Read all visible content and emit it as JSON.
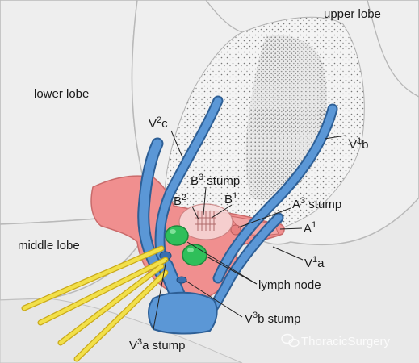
{
  "regions": {
    "upper_lobe": "upper lobe",
    "lower_lobe": "lower lobe",
    "middle_lobe": "middle lobe"
  },
  "structures": {
    "v2c": {
      "base": "V",
      "sup": "2",
      "tail": "c"
    },
    "v1b": {
      "base": "V",
      "sup": "1",
      "tail": "b"
    },
    "b3": {
      "base": "B",
      "sup": "3",
      "tail": " stump"
    },
    "b2": {
      "base": "B",
      "sup": "2",
      "tail": ""
    },
    "b1": {
      "base": "B",
      "sup": "1",
      "tail": ""
    },
    "a3": {
      "base": "A",
      "sup": "3",
      "tail": " stump"
    },
    "a1": {
      "base": "A",
      "sup": "1",
      "tail": ""
    },
    "v1a": {
      "base": "V",
      "sup": "1",
      "tail": "a"
    },
    "lymph": {
      "text": "lymph node"
    },
    "v3b": {
      "base": "V",
      "sup": "3",
      "tail": "b stump"
    },
    "v3a": {
      "base": "V",
      "sup": "3",
      "tail": "a stump"
    }
  },
  "watermark": "ThoracicSurgery",
  "colors": {
    "vein": "#4a86c8",
    "artery": "#ee8a8a",
    "lymph_node": "#2fbf5a",
    "clamp": "#e8d23a",
    "lung": "#ececec"
  }
}
